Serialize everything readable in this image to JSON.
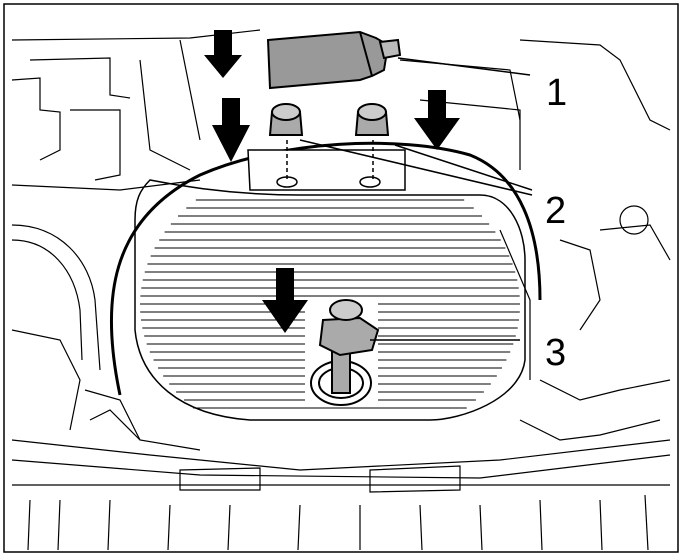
{
  "diagram": {
    "callouts": [
      {
        "id": "callout-1",
        "label": "1",
        "part": "spray-can"
      },
      {
        "id": "callout-2",
        "label": "2",
        "part": "nuts"
      },
      {
        "id": "callout-3",
        "label": "3",
        "part": "bolt"
      }
    ],
    "colors": {
      "line": "#000000",
      "background": "#ffffff"
    }
  }
}
